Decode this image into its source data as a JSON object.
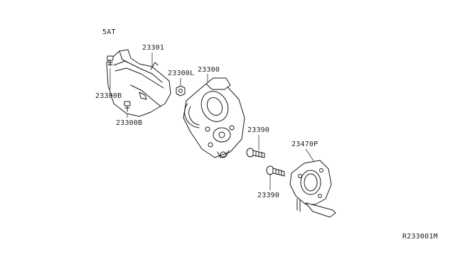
{
  "variant_label": "5AT",
  "part_labels": {
    "heat_shield": "23301",
    "bolt_upper": "23300B",
    "bolt_lower": "23300B",
    "nut": "23300L",
    "starter_motor": "23300",
    "mount_bolt_upper": "23390",
    "mount_bolt_lower": "23390",
    "bracket": "23470P"
  },
  "diagram_code": "R233001M"
}
